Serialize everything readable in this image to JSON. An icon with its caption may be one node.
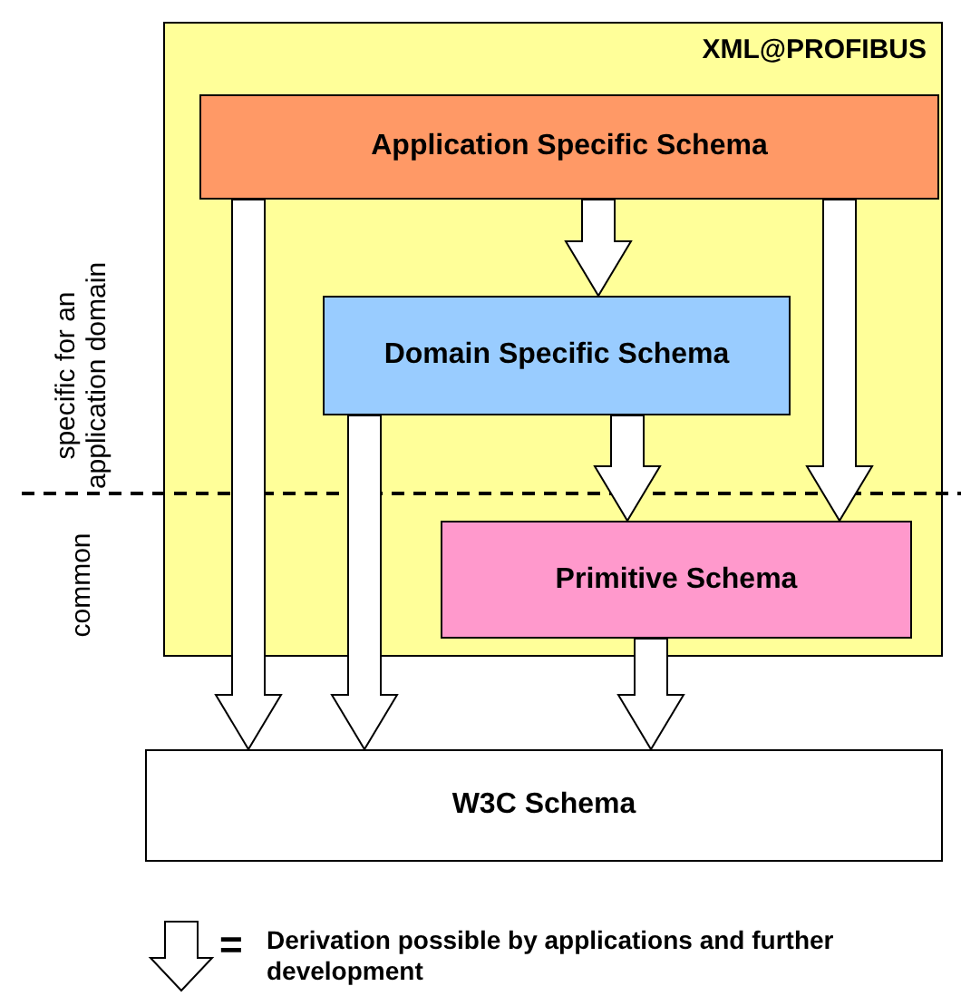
{
  "diagram": {
    "nodes": [
      {
        "text": [
          "XML@PROFIBUS"
        ]
      },
      {
        "text": [
          "Application Specific Schema"
        ],
        "in": 0
      },
      {
        "text": [
          "Domain Specific Schema"
        ],
        "in": 0
      },
      {
        "text": [
          "Primitive Schema"
        ],
        "in": 0
      },
      {
        "text": [
          "W3C Schema"
        ]
      }
    ],
    "edges": [
      {
        "from": 1,
        "to": 4,
        "arrow": "to"
      },
      {
        "from": 1,
        "to": 2,
        "arrow": "to"
      },
      {
        "from": 1,
        "to": 3,
        "arrow": "to"
      },
      {
        "from": 2,
        "to": 4,
        "arrow": "to"
      },
      {
        "from": 2,
        "to": 3,
        "arrow": "to"
      },
      {
        "from": 3,
        "to": 4,
        "arrow": "to"
      }
    ],
    "labels": [
      "specific for an application domain",
      "common",
      "="
    ],
    "legend": [
      {
        "text": "Derivation possible by applications and further development"
      }
    ]
  }
}
